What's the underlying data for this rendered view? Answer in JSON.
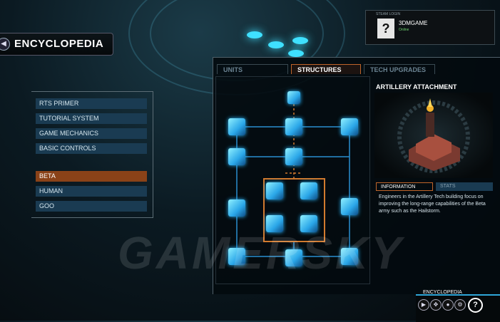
{
  "header": {
    "title": "ENCYCLOPEDIA"
  },
  "steam": {
    "label": "STEAM LOGIN",
    "avatar_glyph": "?",
    "username": "3DMGAME",
    "status": "Online"
  },
  "menu": {
    "items": [
      {
        "label": "RTS PRIMER"
      },
      {
        "label": "TUTORIAL SYSTEM"
      },
      {
        "label": "GAME MECHANICS"
      },
      {
        "label": "BASIC CONTROLS"
      }
    ],
    "factions": [
      {
        "label": "BETA",
        "active": true
      },
      {
        "label": "HUMAN"
      },
      {
        "label": "GOO"
      }
    ]
  },
  "tabs": [
    {
      "label": "UNITS"
    },
    {
      "label": "STRUCTURES",
      "active": true
    },
    {
      "label": "TECH UPGRADES"
    }
  ],
  "detail": {
    "title": "ARTILLERY ATTACHMENT",
    "subtabs": [
      {
        "label": "INFORMATION",
        "active": true
      },
      {
        "label": "STATS"
      }
    ],
    "description": "Engineers in the Artillery Tech building focus on improving the long-range capabilities of the Beta army such as the Hailstorm."
  },
  "footer": {
    "label": "ENCYCLOPEDIA",
    "help_glyph": "?"
  },
  "watermark": "GAMERSKY",
  "colors": {
    "accent_orange": "#c0652a",
    "node_blue": "#2aa6e8",
    "menu_blue": "#1a3b52",
    "active_orange": "#8a4218"
  }
}
